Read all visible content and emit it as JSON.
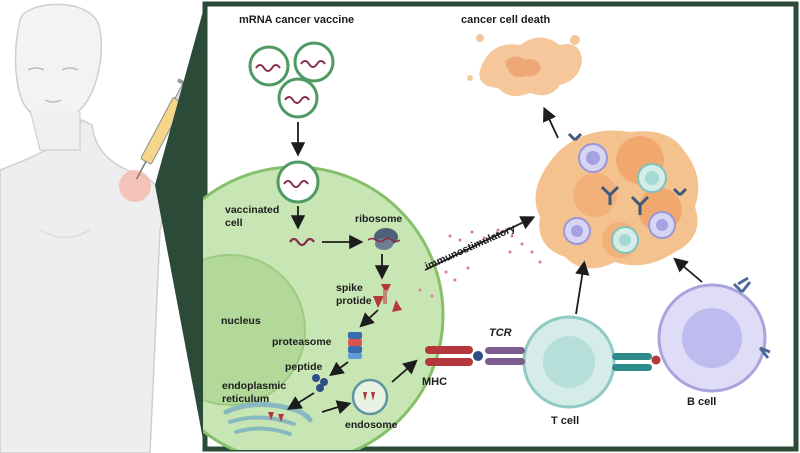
{
  "labels": {
    "mrna_vaccine": "mRNA cancer vaccine",
    "cancer_cell_death": "cancer cell death",
    "vaccinated_cell_1": "vaccinated",
    "vaccinated_cell_2": "cell",
    "ribosome": "ribosome",
    "immunostimulatory": "immunostimulatory",
    "spike_1": "spike",
    "spike_2": "protide",
    "nucleus": "nucleus",
    "proteasome": "proteasome",
    "peptide": "peptide",
    "er_1": "endoplasmic",
    "er_2": "reticulum",
    "endosome": "endosome",
    "mhc": "MHC",
    "tcr": "TCR",
    "t_cell": "T cell",
    "b_cell": "B cell"
  },
  "colors": {
    "panel_border": "#2b4a38",
    "cell_fill": "#c8e6b4",
    "cell_border": "#86c06a",
    "nucleus_fill": "#b2d89a",
    "t_cell": "#cfe9e7",
    "b_cell": "#cfcdf0",
    "tumor": "#f4c28f",
    "mhc": "#b3373b",
    "tcr": "#7a5c8e"
  }
}
